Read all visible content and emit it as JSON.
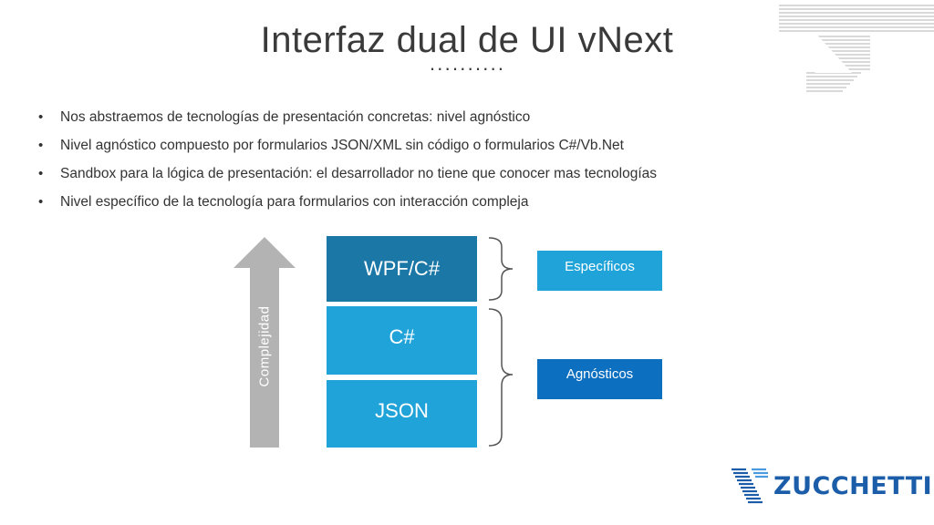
{
  "slide": {
    "title": "Interfaz dual de UI vNext",
    "title_dots": "··········"
  },
  "bullets": [
    "Nos abstraemos de tecnologías de presentación concretas: nivel agnóstico",
    "Nivel agnóstico compuesto por formularios JSON/XML sin código o formularios C#/Vb.Net",
    "Sandbox para la lógica de presentación: el desarrollador no tiene que conocer mas tecnologías",
    "Nivel específico de la tecnología para formularios con interacción compleja"
  ],
  "diagram": {
    "arrow_label": "Complejidad",
    "blocks": {
      "wpf": "WPF/C#",
      "csharp": "C#",
      "json": "JSON"
    },
    "groups": {
      "specific": "Específicos",
      "agnostic": "Agnósticos"
    }
  },
  "logo": {
    "text": "ZUCCHETTI"
  },
  "colors": {
    "dark_blue": "#1b77a6",
    "light_blue": "#1fa3d8",
    "agnostic_blue": "#0c6fbf",
    "arrow_gray": "#b3b3b3",
    "logo_blue": "#1b5da8"
  }
}
